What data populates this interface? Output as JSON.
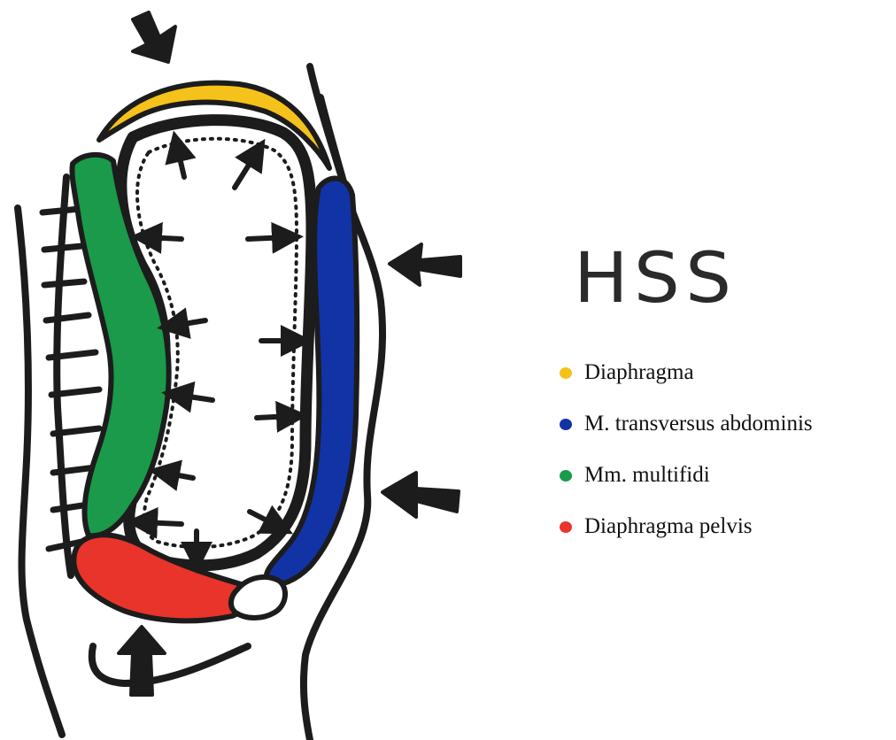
{
  "title": "HSS",
  "legend": [
    {
      "label": "Diaphragma",
      "color": "#f5c21b"
    },
    {
      "label": "M. transversus abdominis",
      "color": "#1233a6"
    },
    {
      "label": "Mm. multifidi",
      "color": "#1a9a4a"
    },
    {
      "label": "Diaphragma pelvis",
      "color": "#e8342a"
    }
  ],
  "colors": {
    "ink": "#1c1c1c",
    "cavity": "#ffffff"
  }
}
